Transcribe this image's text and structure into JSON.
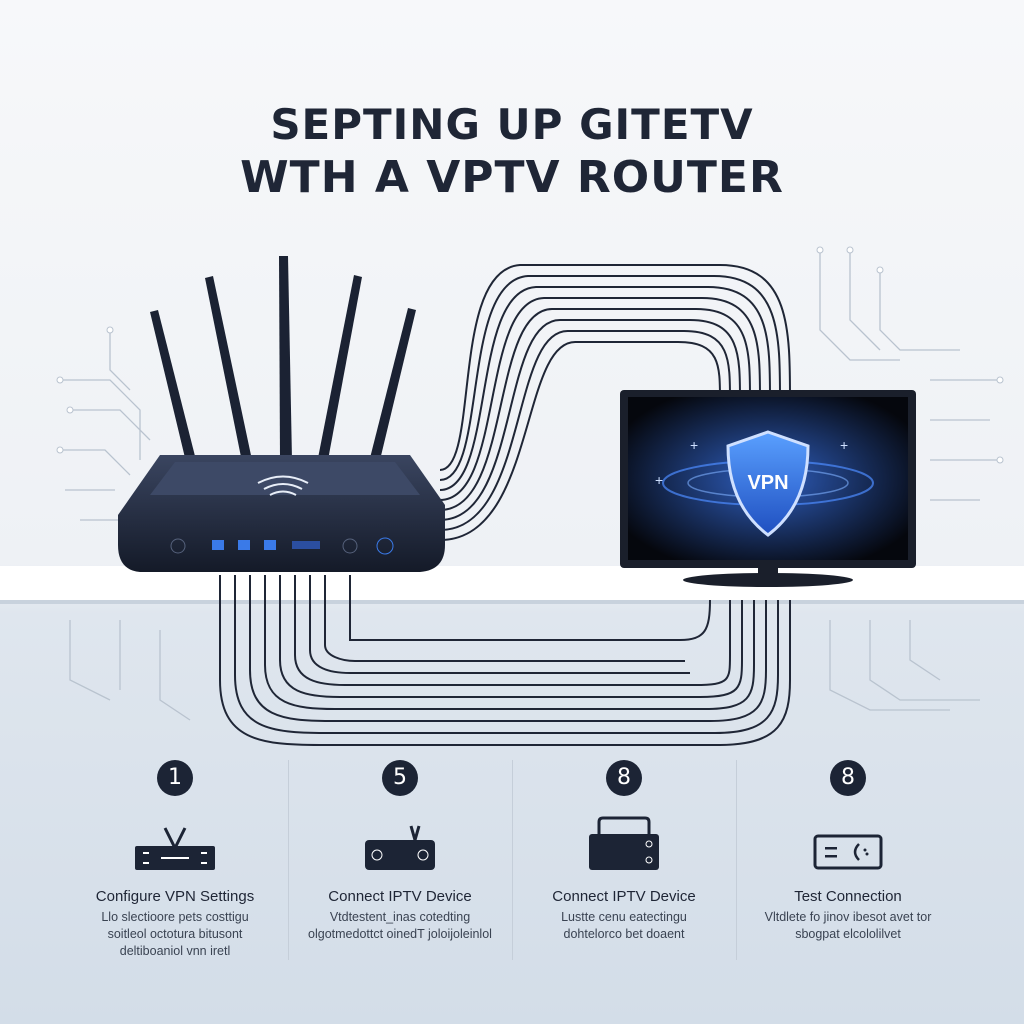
{
  "title": {
    "line1": "SEPTING UP GITETV",
    "line2": "WTH A VPTV ROUTER"
  },
  "tv": {
    "badge": "VPN"
  },
  "colors": {
    "dark": "#1c2435",
    "accent": "#2f6fe0",
    "background": "#eef1f5"
  },
  "steps": [
    {
      "number": "1",
      "icon": "router-icon",
      "title": "Configure VPN Settings",
      "desc": "Llo slectioore pets costtigu soitleol octotura bitusont deltiboaniol vnn iretl"
    },
    {
      "number": "5",
      "icon": "iptv-box-icon",
      "title": "Connect IPTV Device",
      "desc": "Vtdtestent_inas cotedting olgotmedottct oinedT joloijoleinlol"
    },
    {
      "number": "8",
      "icon": "device-icon",
      "title": "Connect IPTV Device",
      "desc": "Lustte cenu eatectingu dohtelorco bet doaent"
    },
    {
      "number": "8",
      "icon": "connection-test-icon",
      "title": "Test Connection",
      "desc": "Vltdlete fo jinov ibesot avet tor sbogpat elcololilvet"
    }
  ]
}
